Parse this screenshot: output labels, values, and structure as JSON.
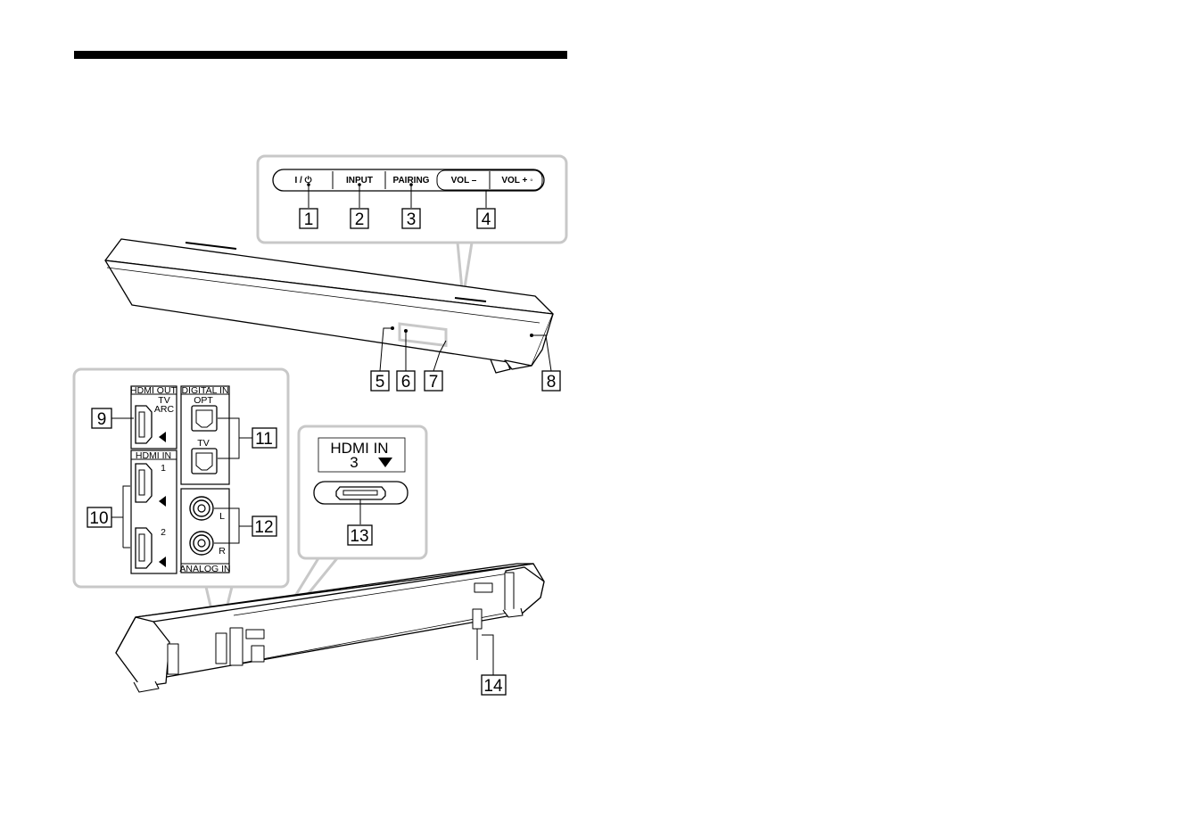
{
  "top_panel": {
    "buttons": [
      "I / ⏻",
      "INPUT",
      "PAIRING",
      "VOL –",
      "VOL + ◦"
    ]
  },
  "callouts": [
    "1",
    "2",
    "3",
    "4",
    "5",
    "6",
    "7",
    "8",
    "9",
    "10",
    "11",
    "12",
    "13",
    "14"
  ],
  "rear_panel": {
    "hdmi_out": "HDMI OUT",
    "tv_arc_1": "TV",
    "tv_arc_2": "ARC",
    "hdmi_in": "HDMI IN",
    "hdmi_in_1": "1",
    "hdmi_in_2": "2",
    "digital_in": "DIGITAL IN",
    "opt": "OPT",
    "tv": "TV",
    "analog_l": "L",
    "analog_r": "R",
    "analog_in": "ANALOG IN"
  },
  "side_panel": {
    "hdmi_label": "HDMI  IN",
    "hdmi_num": "3"
  },
  "colors": {
    "frame": "#c8c8c8",
    "line": "#000000",
    "body": "#ffffff"
  }
}
